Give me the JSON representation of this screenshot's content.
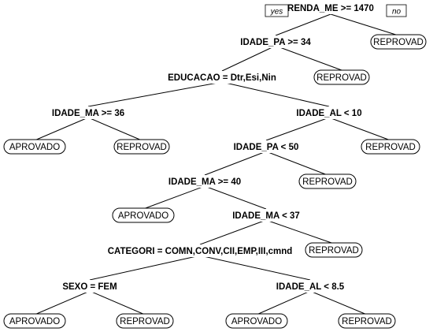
{
  "tree": {
    "yes_label": "yes",
    "no_label": "no",
    "nodes": {
      "root": "RENDA_ME >= 1470",
      "n1": "IDADE_PA >= 34",
      "n2": "EDUCACAO = Dtr,Esi,Nin",
      "n3": "IDADE_MA >= 36",
      "n4": "IDADE_AL < 10",
      "n5": "IDADE_PA < 50",
      "n6": "IDADE_MA >= 40",
      "n7": "IDADE_MA < 37",
      "n8": "CATEGORI = COMN,CONV,CII,EMP,III,cmnd",
      "n9": "SEXO = FEM",
      "n10": "IDADE_AL < 8.5"
    },
    "leaves": {
      "l1": "REPROVAD",
      "l2": "REPROVAD",
      "l3": "APROVADO",
      "l4": "REPROVAD",
      "l5": "REPROVAD",
      "l6": "REPROVAD",
      "l7": "APROVADO",
      "l8": "REPROVAD",
      "l9": "APROVADO",
      "l10": "REPROVAD",
      "l11": "APROVADO",
      "l12": "REPROVAD"
    }
  }
}
